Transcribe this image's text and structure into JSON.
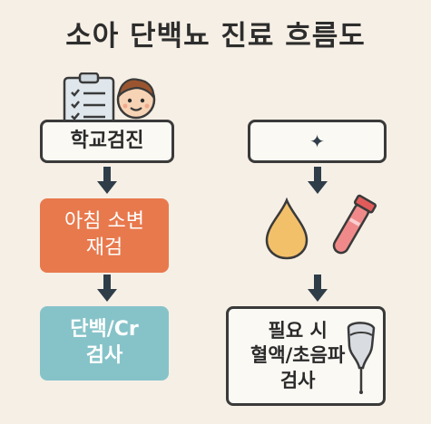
{
  "title": "소아 단백뇨 진료 흐름도",
  "left_flow": {
    "step1": "학교검진",
    "step2": "아침 소변\n재검",
    "step3": "단백/Cr\n검사"
  },
  "right_flow": {
    "step1_symbol": "✦",
    "step3": "필요 시\n혈액/초음파\n검사"
  },
  "colors": {
    "background": "#f6efe5",
    "step2_fill": "#e8794d",
    "step3_fill": "#86c3c9",
    "box_fill": "#fbf9f4",
    "arrow": "#2f3d49"
  },
  "icons": [
    "clipboard-checklist-icon",
    "child-face-icon",
    "urine-drop-icon",
    "blood-tube-icon",
    "ultrasound-probe-icon"
  ]
}
